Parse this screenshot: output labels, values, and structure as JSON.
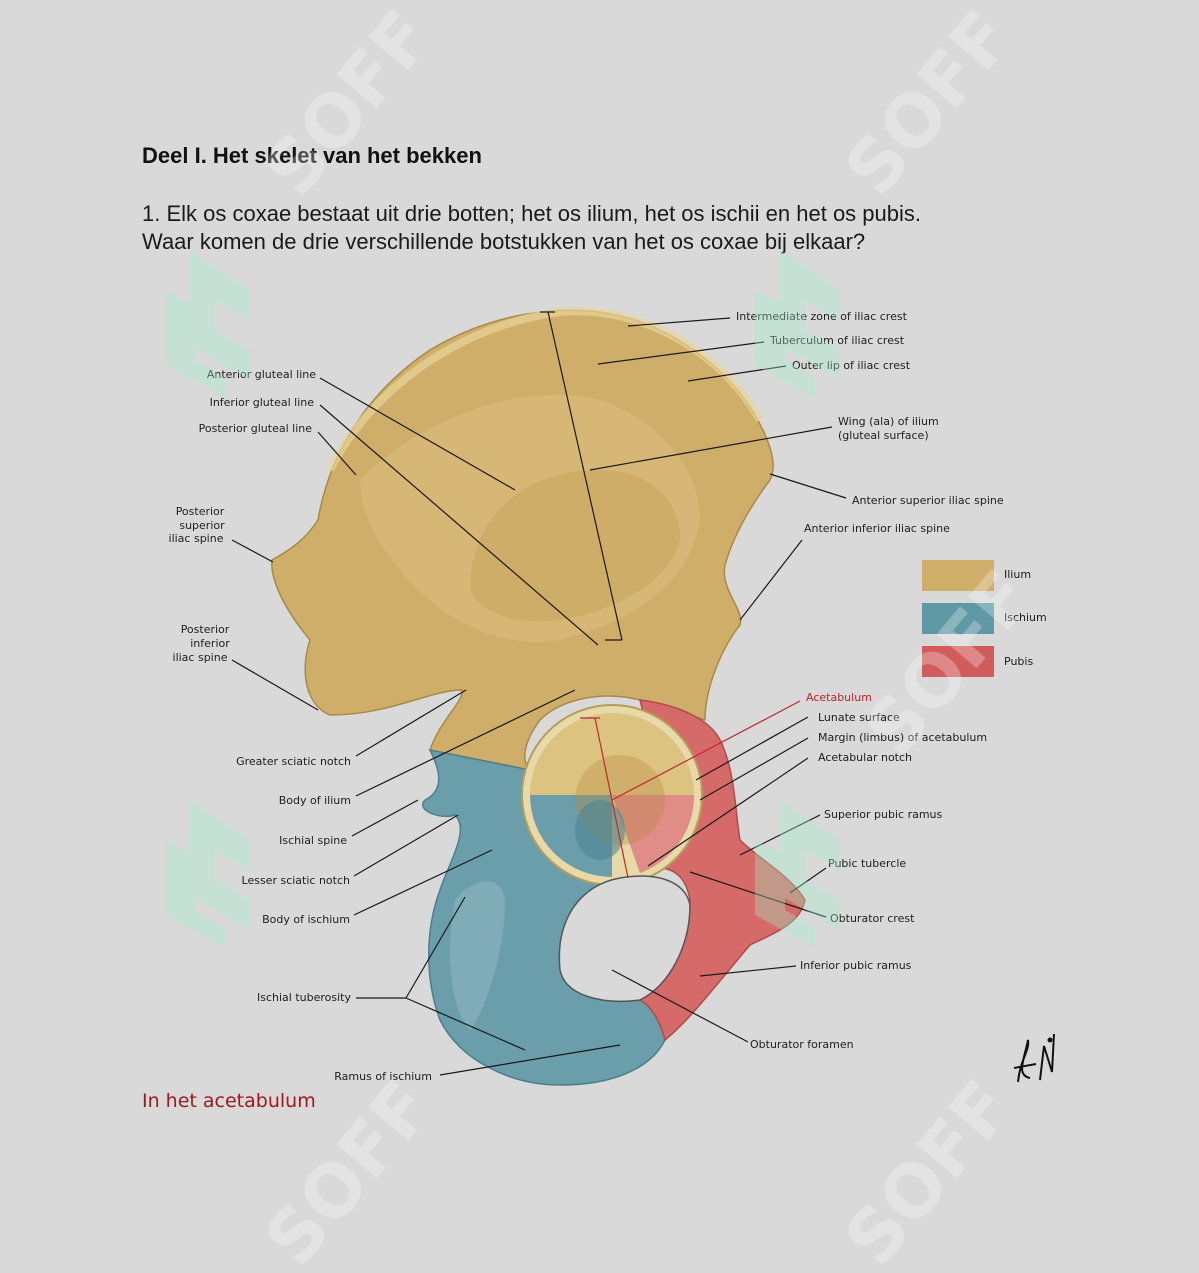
{
  "heading": "Deel I. Het skelet van het bekken",
  "question": {
    "line1": "1. Elk os coxae bestaat uit drie botten; het os ilium, het os ischii en het os pubis.",
    "line2": "Waar komen de drie verschillende botstukken van het os coxae bij elkaar?"
  },
  "answer": "In het acetabulum",
  "figure": {
    "labels": {
      "intermediate_zone": "Intermediate zone of iliac crest",
      "tuberculum": "Tuberculum of iliac crest",
      "outer_lip": "Outer lip of iliac crest",
      "wing_line1": "Wing (ala) of ilium",
      "wing_line2": "(gluteal surface)",
      "asis": "Anterior superior iliac spine",
      "aiis": "Anterior inferior iliac spine",
      "anterior_gluteal": "Anterior gluteal line",
      "inferior_gluteal": "Inferior gluteal line",
      "posterior_gluteal": "Posterior gluteal line",
      "psis_1": "Posterior",
      "psis_2": "superior",
      "psis_3": "iliac spine",
      "piis_1": "Posterior",
      "piis_2": "inferior",
      "piis_3": "iliac spine",
      "acetabulum": "Acetabulum",
      "lunate": "Lunate surface",
      "margin": "Margin (limbus) of acetabulum",
      "acetabular_notch": "Acetabular notch",
      "greater_sciatic": "Greater sciatic notch",
      "body_ilium": "Body of ilium",
      "ischial_spine": "Ischial spine",
      "lesser_sciatic": "Lesser sciatic notch",
      "body_ischium": "Body of ischium",
      "superior_pubic": "Superior pubic ramus",
      "pubic_tubercle": "Pubic tubercle",
      "obturator_crest": "Obturator crest",
      "inferior_pubic": "Inferior pubic ramus",
      "ischial_tuberosity": "Ischial tuberosity",
      "obturator_foramen": "Obturator foramen",
      "ramus_ischium": "Ramus of ischium"
    },
    "legend": [
      {
        "name": "Ilium",
        "color": "#cfae6a"
      },
      {
        "name": "Ischium",
        "color": "#5f99a6"
      },
      {
        "name": "Pubis",
        "color": "#d25c5c"
      }
    ],
    "signature": "f.N."
  },
  "colors": {
    "ilium": "#cfae6a",
    "ischium": "#6a9eab",
    "pubis": "#d66a68",
    "answer_red": "#a0191c",
    "watermark": "#9ff0c8"
  },
  "watermark_text": "SOFF"
}
